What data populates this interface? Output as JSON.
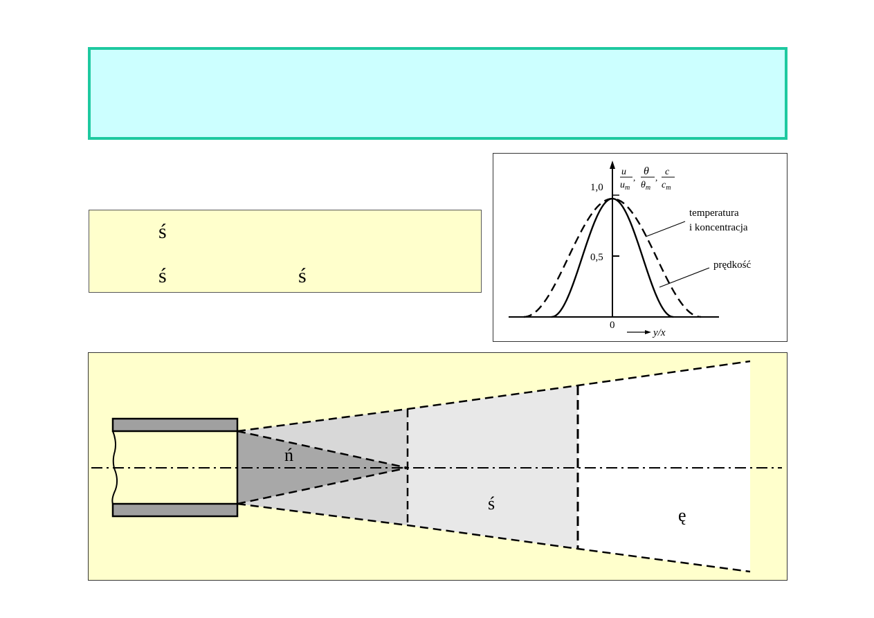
{
  "info": {
    "row1": [
      "ś"
    ],
    "row2": [
      "ś",
      "ś"
    ]
  },
  "profile": {
    "y_label_parts": {
      "u_num": "u",
      "u_den": "u",
      "theta_num": "θ",
      "theta_den": "θ",
      "c_num": "c",
      "c_den": "c",
      "sub": "m"
    },
    "tick_1": "1,0",
    "tick_05": "0,5",
    "tick_0": "0",
    "x_label": "y/x",
    "label_temp_line1": "temperatura",
    "label_temp_line2": "i koncentracja",
    "label_velocity": "prędkość"
  },
  "jet": {
    "zone_core": "ń",
    "zone_transition": "ś",
    "zone_main": "ę",
    "colors": {
      "core": "#a8a8a8",
      "initial": "#d8d8d8",
      "transition": "#e8e8e8",
      "main": "#ffffff",
      "nozzle": "#a0a0a0"
    }
  }
}
